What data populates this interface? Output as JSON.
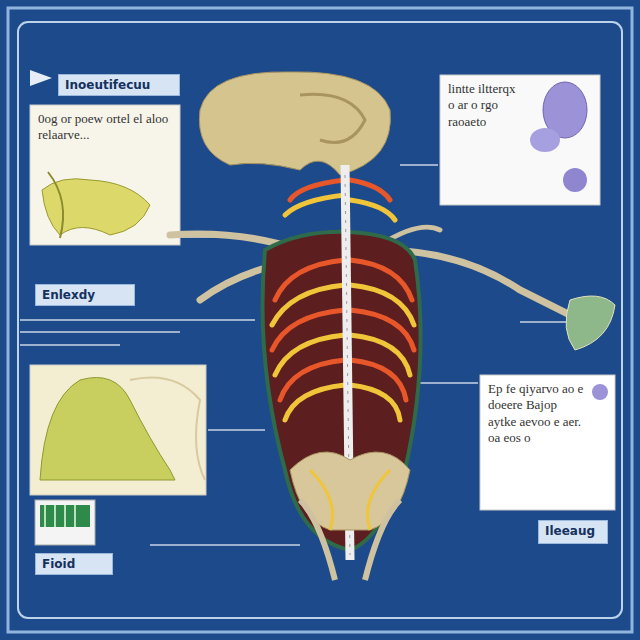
{
  "diagram": {
    "nodes": [
      {
        "text": [
          "Inoeutifecuu"
        ]
      },
      {
        "text": [
          "0og or poew ortel el aloo relaarve..."
        ]
      },
      {
        "text": [
          "lintte iltterqx o ar o rgo raoaeto"
        ]
      },
      {
        "text": [
          "Enlexdy"
        ]
      },
      {
        "text": [
          "Ep fe qiyarvo ao e doeere Bajop aytke aevoo e aer. oa eos o"
        ]
      },
      {
        "text": [
          "Ileeaug"
        ]
      },
      {
        "text": [
          "Fioid"
        ]
      }
    ]
  }
}
